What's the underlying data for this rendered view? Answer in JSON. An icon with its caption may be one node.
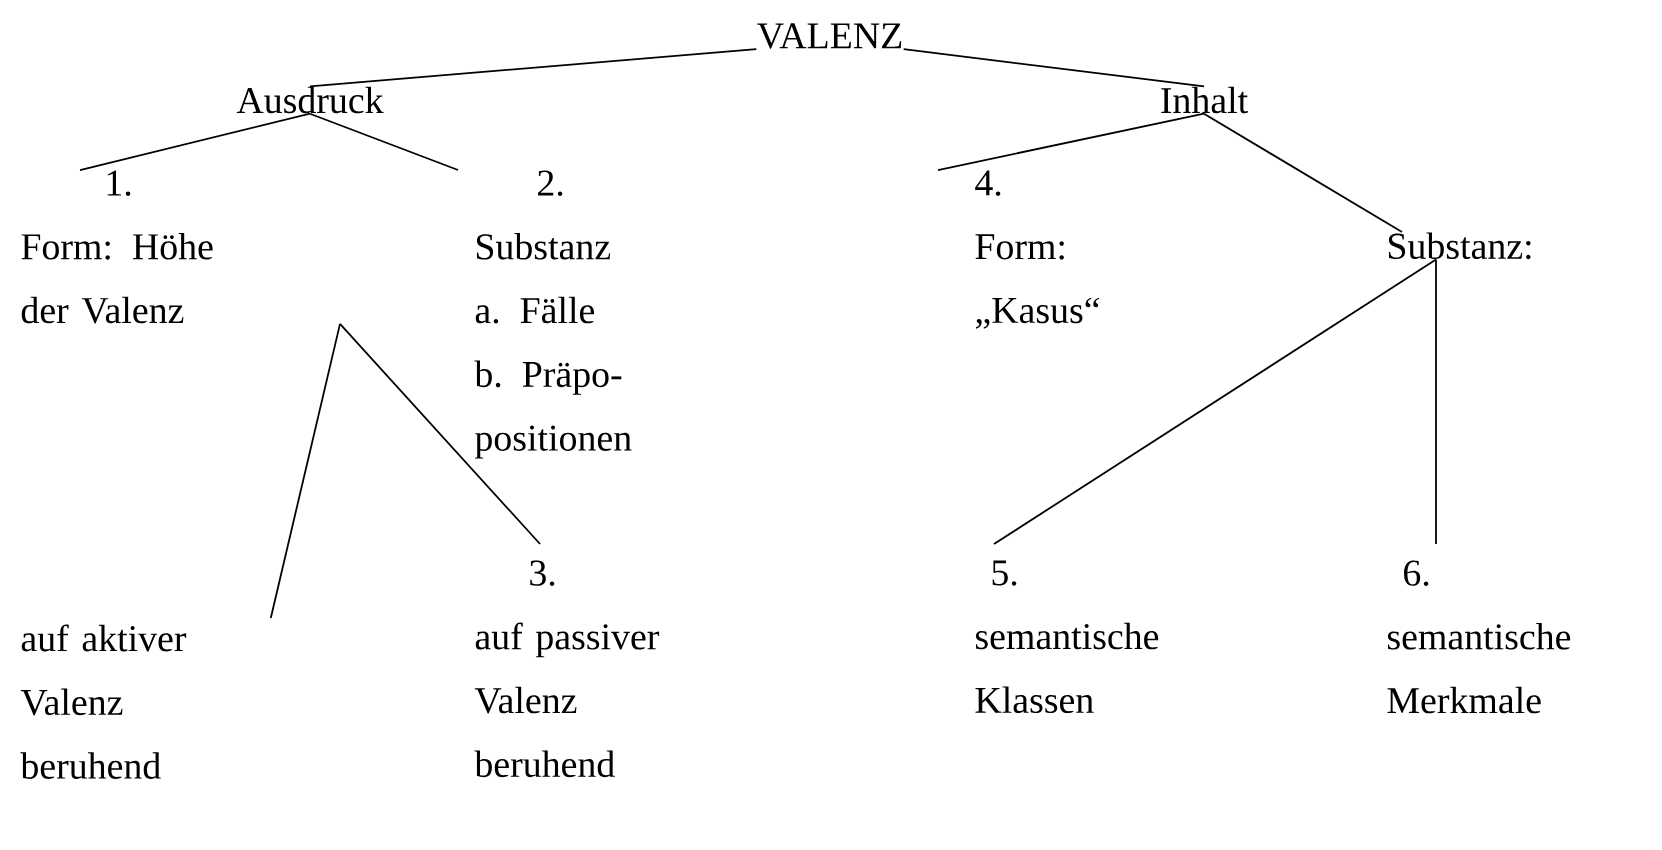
{
  "diagram": {
    "nodes": [
      {
        "text": [
          "VALENZ"
        ]
      },
      {
        "text": [
          "Ausdruck"
        ]
      },
      {
        "text": [
          "Inhalt"
        ]
      },
      {
        "text": [
          "1.",
          "Form: Höhe der Valenz"
        ]
      },
      {
        "text": [
          "2.",
          "Substanz",
          "a. Fälle",
          "b. Präpo- positionen"
        ]
      },
      {
        "text": [
          "4.",
          "Form: „Kasus“"
        ]
      },
      {
        "text": [
          "Substanz:"
        ]
      },
      {
        "text": [
          "auf aktiver Valenz beruhend"
        ]
      },
      {
        "text": [
          "3.",
          "auf passiver Valenz beruhend"
        ]
      },
      {
        "text": [
          "5.",
          "semantische Klassen"
        ]
      },
      {
        "text": [
          "6.",
          "semantische Merkmale"
        ]
      }
    ],
    "edges": [
      {
        "from": 0,
        "to": 1,
        "arrow": "none"
      },
      {
        "from": 0,
        "to": 2,
        "arrow": "none"
      },
      {
        "from": 1,
        "to": 3,
        "arrow": "none"
      },
      {
        "from": 1,
        "to": 4,
        "arrow": "none"
      },
      {
        "from": 2,
        "to": 5,
        "arrow": "none"
      },
      {
        "from": 2,
        "to": 6,
        "arrow": "none"
      },
      {
        "from": 3,
        "to": 7,
        "arrow": "none"
      },
      {
        "from": 3,
        "to": 8,
        "arrow": "none"
      },
      {
        "from": 6,
        "to": 9,
        "arrow": "none"
      },
      {
        "from": 6,
        "to": 10,
        "arrow": "none"
      }
    ]
  }
}
